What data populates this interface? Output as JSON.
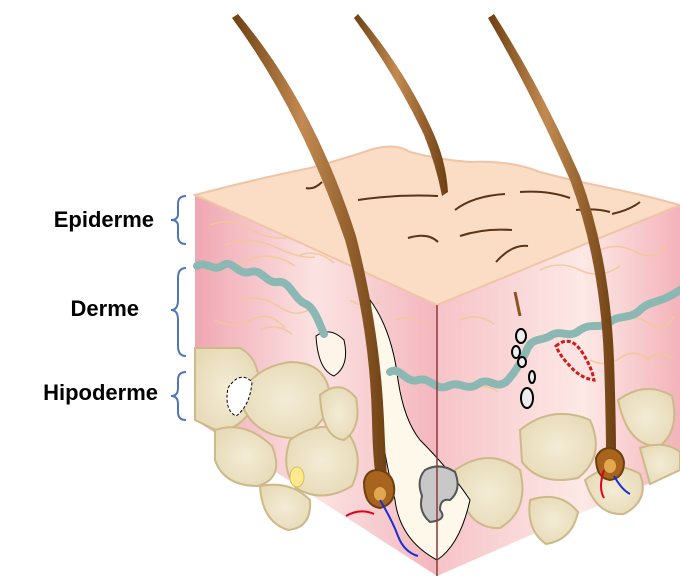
{
  "labels": {
    "epidermis": "Epiderme",
    "dermis": "Derme",
    "hypodermis": "Hipoderme"
  },
  "colors": {
    "bracket": "#4f77b8",
    "hair": "#8a5520",
    "hair_light": "#c89a63",
    "skin_top": "#f8dcc4",
    "dermis_pink": "#f4bcc2",
    "fat": "#ece2c4",
    "fat_edge": "#cdb98a",
    "basement": "#8cb8b4",
    "artery": "#e0001c",
    "vein": "#1a2fd0"
  },
  "icons": [
    "hair-icon",
    "hair-follicle-icon",
    "blood-vessel-icon",
    "sweat-gland-icon"
  ]
}
